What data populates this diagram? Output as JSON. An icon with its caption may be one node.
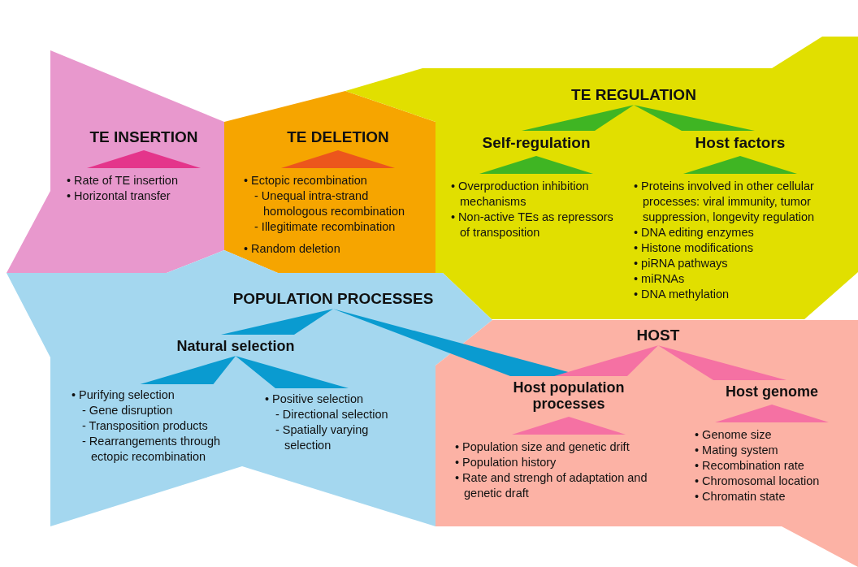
{
  "diagram": {
    "nodes": [
      {
        "text": [
          "TE INSERTION",
          "• Rate of TE insertion",
          "• Horizontal transfer"
        ]
      },
      {
        "text": [
          "TE DELETION",
          "• Ectopic recombination",
          "- Unequal intra-strand homologous recombination",
          "- Illegitimate recombination",
          "• Random deletion"
        ]
      },
      {
        "text": [
          "TE REGULATION"
        ]
      },
      {
        "text": [
          "Self-regulation",
          "• Overproduction inhibition mechanisms",
          "• Non-active TEs as repressors of transposition"
        ],
        "in": 2
      },
      {
        "text": [
          "Host factors",
          "• Proteins involved in other cellular processes: viral immunity, tumor suppression, longevity regulation",
          "• DNA editing enzymes",
          "• Histone modifications",
          "• piRNA pathways",
          "• miRNAs",
          "• DNA methylation"
        ],
        "in": 2
      },
      {
        "text": [
          "POPULATION PROCESSES"
        ]
      },
      {
        "text": [
          "Natural selection"
        ],
        "in": 5
      },
      {
        "text": [
          "• Purifying selection",
          "- Gene disruption",
          "- Transposition products",
          "- Rearrangements through ectopic recombination"
        ],
        "in": 5
      },
      {
        "text": [
          "• Positive selection",
          "- Directional selection",
          "- Spatially varying selection"
        ],
        "in": 5
      },
      {
        "text": [
          "HOST"
        ]
      },
      {
        "text": [
          "Host population processes",
          "• Population size and genetic drift",
          "• Population history",
          "• Rate and strengh of adaptation and genetic draft"
        ],
        "in": 9
      },
      {
        "text": [
          "Host genome",
          "• Genome size",
          "• Mating system",
          "• Recombination rate",
          "• Chromosomal location",
          "• Chromatin state"
        ],
        "in": 9
      },
      {
        "text": [],
        "shape": "triangle",
        "in": 0
      },
      {
        "text": [],
        "shape": "triangle",
        "in": 1
      },
      {
        "text": [],
        "shape": "triangle",
        "in": 3
      },
      {
        "text": [],
        "shape": "triangle",
        "in": 4
      },
      {
        "text": [],
        "shape": "triangle",
        "in": 10
      },
      {
        "text": [],
        "shape": "triangle",
        "in": 11
      }
    ],
    "edges": [
      {
        "from": 2,
        "to": 3,
        "arrow": "none",
        "color": "#3fb523"
      },
      {
        "from": 2,
        "to": 4,
        "arrow": "none",
        "color": "#3fb523"
      },
      {
        "from": 5,
        "to": 6,
        "arrow": "none"
      },
      {
        "from": 5,
        "to": 10,
        "arrow": "none"
      },
      {
        "from": 6,
        "to": 7,
        "arrow": "none"
      },
      {
        "from": 6,
        "to": 8,
        "arrow": "none"
      },
      {
        "from": 9,
        "to": 10,
        "arrow": "none",
        "color": "#f571a3"
      },
      {
        "from": 9,
        "to": 11,
        "arrow": "none",
        "color": "#f571a3"
      }
    ]
  }
}
